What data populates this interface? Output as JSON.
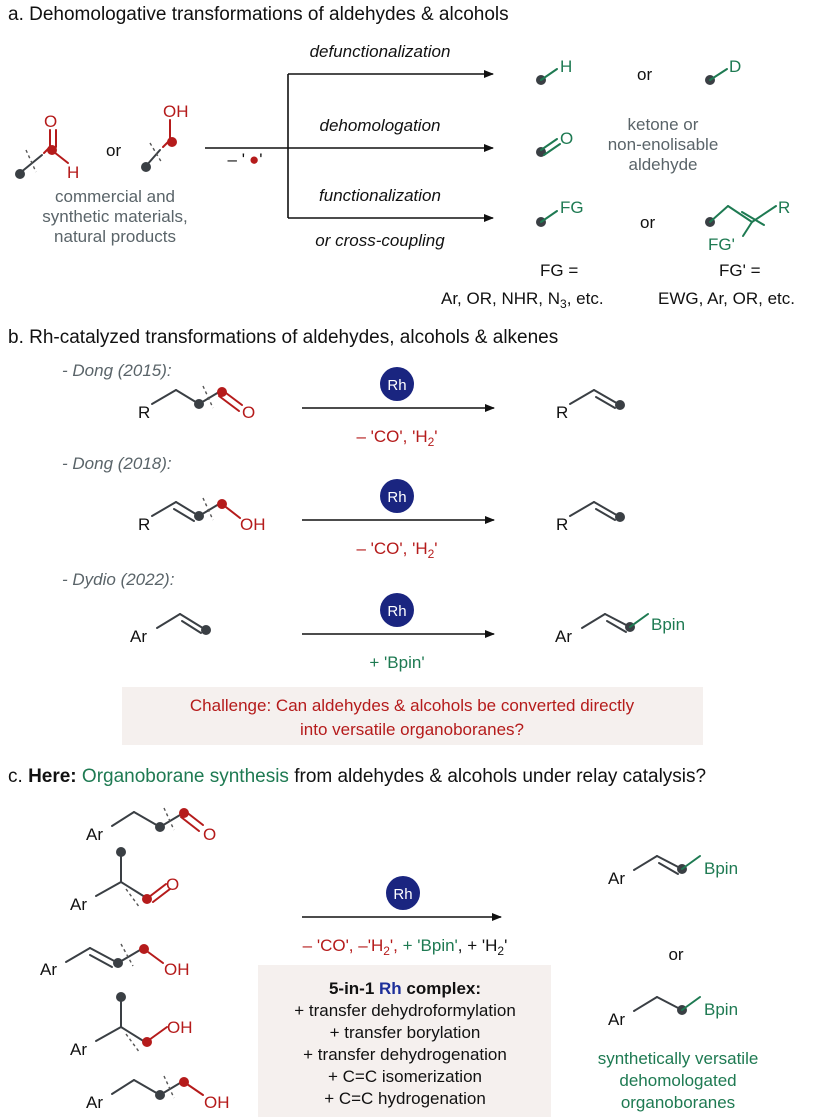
{
  "section_a": {
    "heading": "a. Dehomologative transformations of aldehydes & alcohols",
    "start_atoms": {
      "O": "O",
      "H": "H",
      "OH": "OH"
    },
    "or": "or",
    "loss": "– '",
    "loss_end": "'",
    "start_caption": [
      "commercial and",
      "synthetic materials,",
      "natural products"
    ],
    "path1_label": "defunctionalization",
    "path2_label": "dehomologation",
    "path3_label": "functionalization",
    "path3_label2": "or cross-coupling",
    "prod_H": "H",
    "prod_D": "D",
    "prod_O": "O",
    "ketone_caption": [
      "ketone or",
      "non-enolisable",
      "aldehyde"
    ],
    "prod_FG": "FG",
    "prod_R": "R",
    "prod_FGp": "FG'",
    "fg_eq": "FG =",
    "fg_list": "Ar, OR, NHR, N",
    "fg_sub": "3",
    "fg_list_end": ", etc.",
    "fgp_eq": "FG' =",
    "fgp_list": "EWG, Ar, OR, etc."
  },
  "section_b": {
    "heading": "b. Rh-catalyzed transformations of aldehydes, alcohols & alkenes",
    "rh": "Rh",
    "rows": [
      {
        "ref": "- Dong (2015):",
        "sub_R": "R",
        "sub_atom": "O",
        "cond": "– 'CO', 'H",
        "cond_sub": "2",
        "cond_end": "'",
        "prod_R": "R"
      },
      {
        "ref": "- Dong (2018):",
        "sub_R": "R",
        "sub_atom": "OH",
        "cond": "– 'CO', 'H",
        "cond_sub": "2",
        "cond_end": "'",
        "prod_R": "R"
      },
      {
        "ref": "- Dydio (2022):",
        "sub_R": "Ar",
        "cond": "+ 'Bpin'",
        "prod_R": "Ar",
        "prod_B": "Bpin"
      }
    ],
    "challenge": [
      "Challenge: Can aldehydes & alcohols be converted directly",
      "into versatile organoboranes?"
    ]
  },
  "section_c": {
    "heading_bold": "Here:",
    "heading_prefix": "c. ",
    "heading_green": "Organoborane synthesis",
    "heading_rest": " from aldehydes & alcohols under relay catalysis?",
    "ar": "Ar",
    "o": "O",
    "oh": "OH",
    "rh": "Rh",
    "cond_parts": [
      "– 'CO', –'H",
      "2",
      "', ",
      "+ 'Bpin'",
      ", + 'H",
      "2",
      "'"
    ],
    "complex_title_a": "5-in-1 ",
    "complex_title_rh": "Rh",
    "complex_title_b": " complex:",
    "steps": [
      {
        "text": "+ transfer dehydroformylation",
        "color": "#b51b1b"
      },
      {
        "text": "+ transfer borylation",
        "color": "#1e7a52"
      },
      {
        "text": "+ transfer dehydrogenation",
        "color": "#e0501e"
      },
      {
        "text": "+ C=C isomerization",
        "color": "#1d2f9a"
      },
      {
        "text": "+ C=C hydrogenation",
        "color": "#111111"
      }
    ],
    "prod_bpin": "Bpin",
    "or": "or",
    "caption": [
      "synthetically versatile",
      "dehomologated",
      "organoboranes"
    ]
  },
  "colors": {
    "red": "#b51b1b",
    "green": "#1e7a52",
    "orange": "#e0501e",
    "blue": "#1d2f9a",
    "rh_circle": "#1a2580",
    "dot": "#3a3f44",
    "challenge_box": "#f5f0ee"
  }
}
